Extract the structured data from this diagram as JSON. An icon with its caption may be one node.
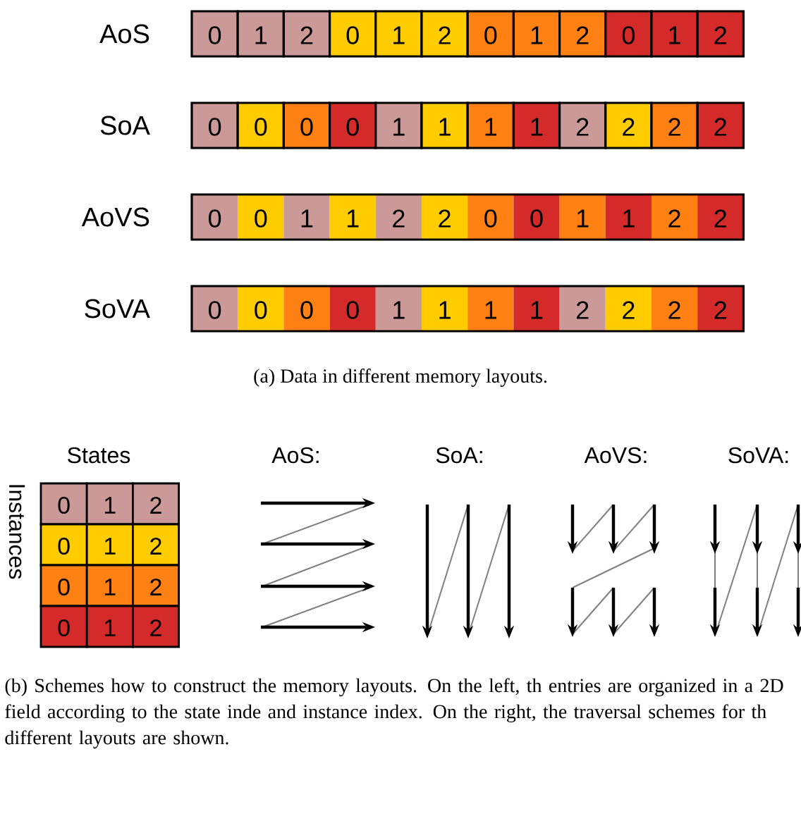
{
  "diagram": {
    "labels": [
      "AoS",
      "0",
      "1",
      "2",
      "0",
      "1",
      "2",
      "0",
      "1",
      "2",
      "0",
      "1",
      "2",
      "SoA",
      "0",
      "0",
      "0",
      "0",
      "1",
      "1",
      "1",
      "1",
      "2",
      "2",
      "2",
      "2",
      "AoVS",
      "0",
      "0",
      "1",
      "1",
      "2",
      "2",
      "0",
      "0",
      "1",
      "1",
      "2",
      "2",
      "SoVA",
      "0",
      "0",
      "0",
      "0",
      "1",
      "1",
      "1",
      "1",
      "2",
      "2",
      "2",
      "2",
      "(a) Data in different memory layouts.",
      "States",
      "AoS:",
      "SoA:",
      "AoVS:",
      "SoVA:",
      "Instances",
      "0",
      "1",
      "2",
      "0",
      "1",
      "2",
      "0",
      "1",
      "2",
      "0",
      "1",
      "2",
      "(b) Schemes how to construct the memory layouts. On the left, th entries are organized in a 2D field according to the state inde and instance index. On the right, the traversal schemes for th different layouts are shown."
    ]
  }
}
